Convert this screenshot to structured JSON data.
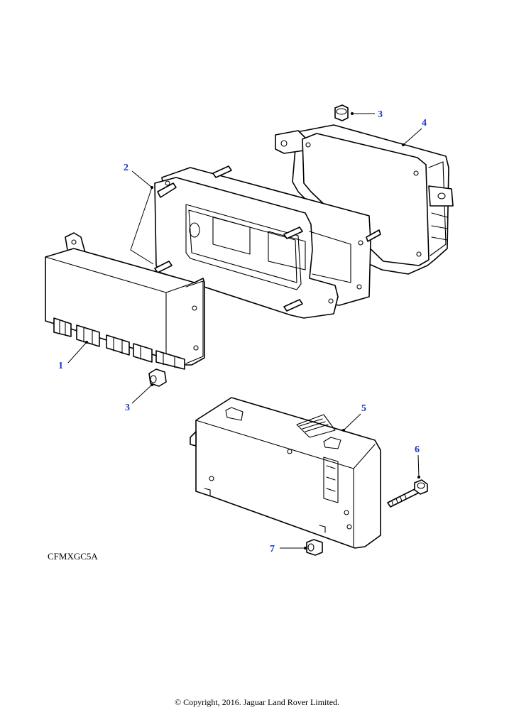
{
  "callout_color": "#1a35c9",
  "diagram_code": "CFMXGC5A",
  "copyright": "© Copyright, 2016. Jaguar Land Rover Limited.",
  "callouts": {
    "c1": "1",
    "c2": "2",
    "c3a": "3",
    "c3b": "3",
    "c4": "4",
    "c5": "5",
    "c6": "6",
    "c7": "7"
  }
}
